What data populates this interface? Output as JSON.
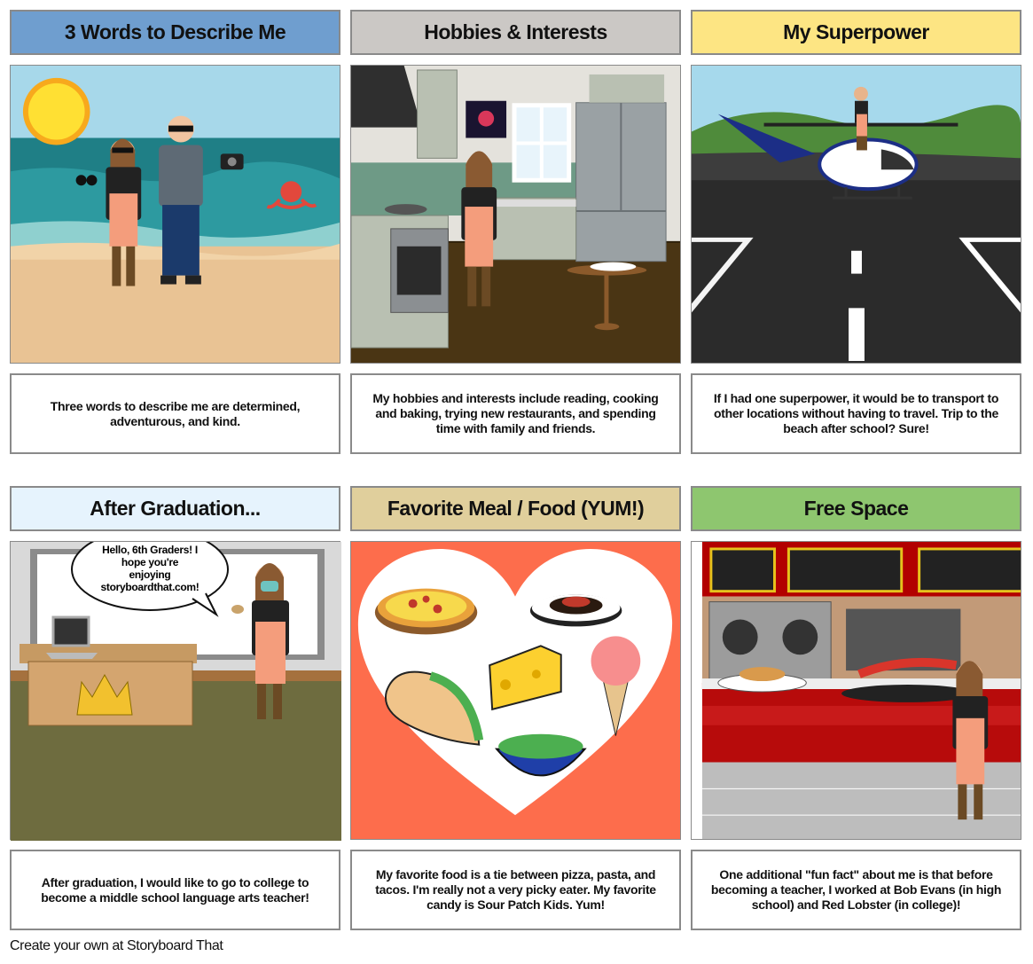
{
  "panels": [
    {
      "title": "3 Words to Describe Me",
      "title_bg": "#6f9ecf",
      "caption": "Three words to describe me are determined, adventurous, and kind."
    },
    {
      "title": "Hobbies & Interests",
      "title_bg": "#cbc8c5",
      "caption": "My hobbies and interests include reading, cooking and baking, trying new restaurants, and spending time with family and friends."
    },
    {
      "title": "My Superpower",
      "title_bg": "#fde583",
      "caption": "If I had one superpower, it would be to transport to other locations without having to travel. Trip to the beach after school? Sure!"
    },
    {
      "title": "After Graduation...",
      "title_bg": "#e6f3fd",
      "caption": "After graduation, I would like to go to college to become a middle school language arts teacher!",
      "speech": "Hello, 6th Graders! I hope you're enjoying storyboardthat.com!"
    },
    {
      "title": "Favorite Meal / Food (YUM!)",
      "title_bg": "#e0cf9c",
      "caption": "My favorite food is a tie between pizza, pasta, and tacos. I'm really not a very picky eater. My favorite candy is Sour Patch Kids. Yum!"
    },
    {
      "title": "Free Space",
      "title_bg": "#8ec66f",
      "caption": "One additional \"fun fact\" about me is that before becoming a teacher, I worked at Bob Evans (in high school) and Red Lobster (in college)!"
    }
  ],
  "footer": "Create your own at Storyboard That"
}
